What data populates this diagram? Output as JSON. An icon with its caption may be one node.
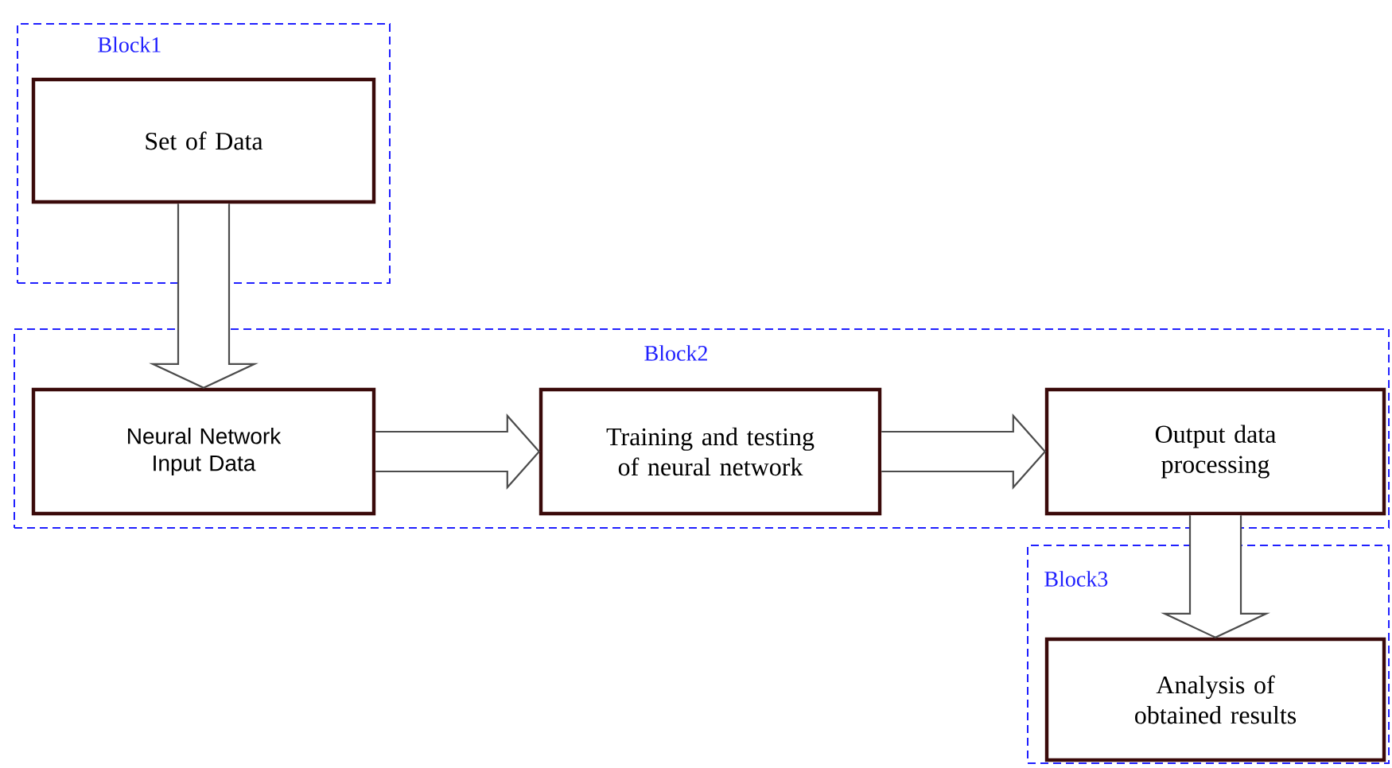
{
  "diagram": {
    "nodes": [
      {
        "text": [
          "Block1"
        ]
      },
      {
        "text": [
          "Set of Data"
        ],
        "in": 0
      },
      {
        "text": [
          "Block2"
        ]
      },
      {
        "text": [
          "Neural Network Input Data"
        ],
        "in": 2
      },
      {
        "text": [
          "Training and testing of neural network"
        ],
        "in": 2
      },
      {
        "text": [
          "Output data processing"
        ],
        "in": 2
      },
      {
        "text": [
          "Block3"
        ]
      },
      {
        "text": [
          "Analysis of obtained results"
        ],
        "in": 6
      }
    ],
    "edges": [
      {
        "from": 1,
        "to": 3,
        "arrow": "to"
      },
      {
        "from": 3,
        "to": 4,
        "arrow": "to"
      },
      {
        "from": 4,
        "to": 5,
        "arrow": "to"
      },
      {
        "from": 5,
        "to": 7,
        "arrow": "to"
      }
    ]
  }
}
